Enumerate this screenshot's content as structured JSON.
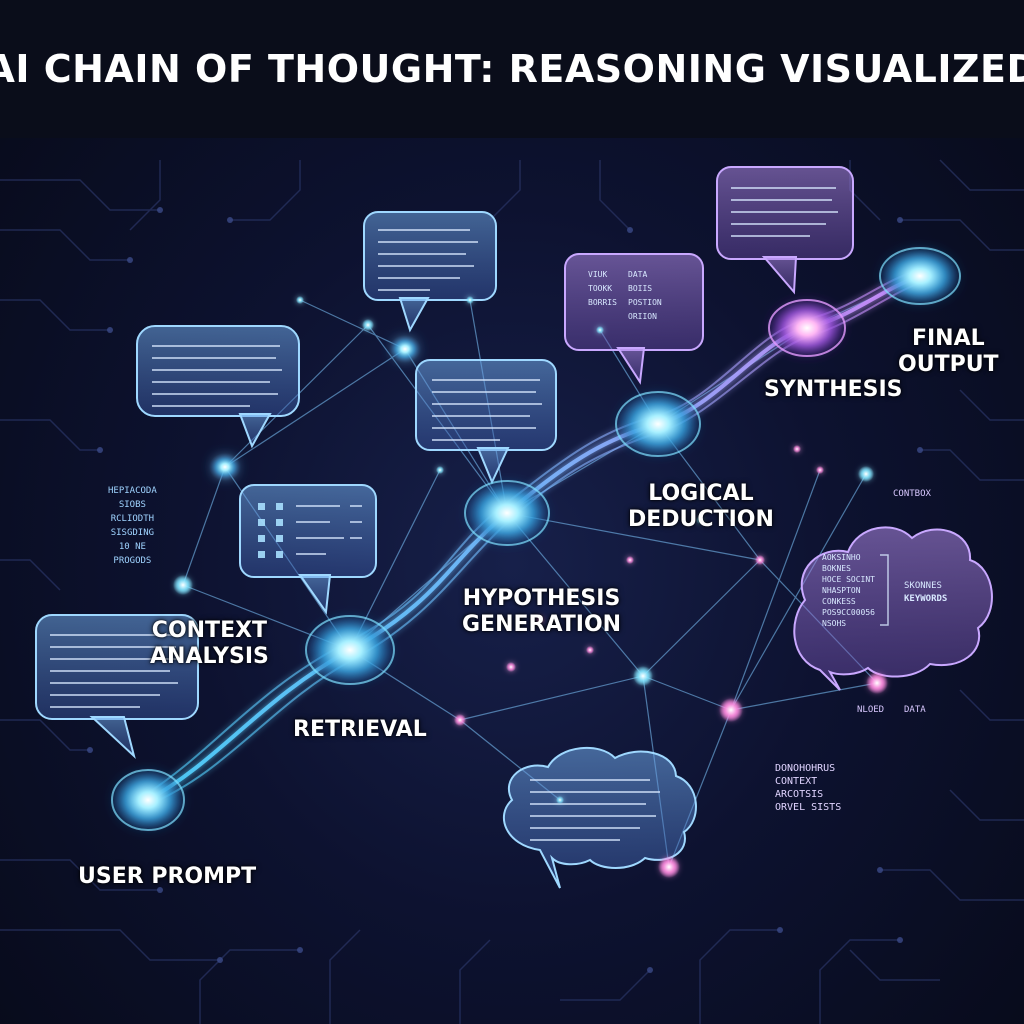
{
  "title": "AI CHAIN OF THOUGHT: REASONING VISUALIZED",
  "stages": {
    "user_prompt": "USER PROMPT",
    "context_analysis": [
      "CONTEXT",
      "ANALYSIS"
    ],
    "retrieval": "RETRIEVAL",
    "hypothesis_generation": [
      "HYPOTHESIS",
      "GENERATION"
    ],
    "logical_deduction": [
      "LOGICAL",
      "DEDUCTION"
    ],
    "synthesis": "SYNTHESIS",
    "final_output": [
      "FINAL",
      "OUTPUT"
    ]
  },
  "side_texts": {
    "left_column": [
      "HEPIACODA",
      "SIOBS",
      "RCLIODTH",
      "SISGDING",
      "10 NE",
      "PROGODS"
    ],
    "right_contbox": "CONTBOX",
    "right_nloed": "NLOED",
    "right_data": "DATA",
    "right_context": [
      "DONOHOHRUS",
      "CONTEXT",
      "ARCOTSIS",
      "ORVEL SISTS"
    ]
  },
  "bubbles": {
    "data_card": [
      "VIUK",
      "DATA",
      "TOOKK",
      "BOIIS",
      "BORRIS",
      "POSTION",
      "ORIION"
    ],
    "keywords_cloud": [
      "AOKSINHO",
      "BOKNES",
      "HOCE SOCINT",
      "NHASPTON",
      "CONKESS",
      "POS9CC00056",
      "NSOHS",
      "SKONNES",
      "KEYWORDS"
    ]
  },
  "colors": {
    "cyan_accent": "#5fd8ff",
    "violet_accent": "#c48bff",
    "magenta_node": "#ff7ad9",
    "background": "#0b0f1e"
  }
}
